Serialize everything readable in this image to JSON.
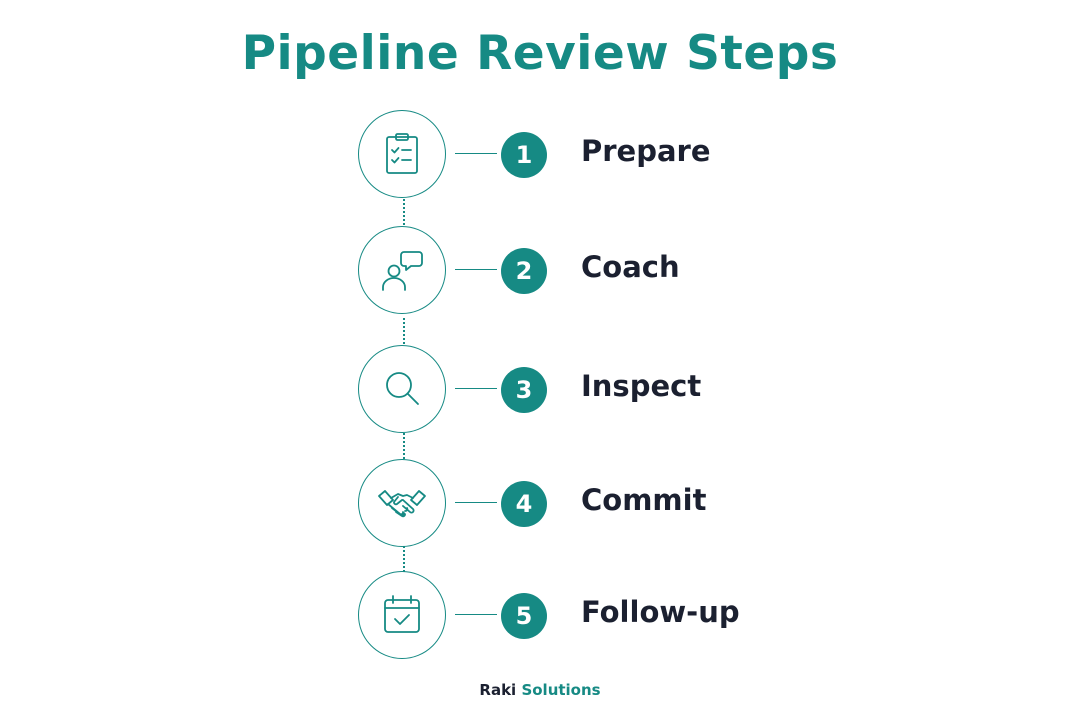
{
  "title": "Pipeline Review Steps",
  "accent_color": "#168a84",
  "text_color": "#1b2030",
  "steps": [
    {
      "number": "1",
      "label": "Prepare",
      "icon": "clipboard-checklist-icon"
    },
    {
      "number": "2",
      "label": "Coach",
      "icon": "person-speech-bubble-icon"
    },
    {
      "number": "3",
      "label": "Inspect",
      "icon": "magnifying-glass-icon"
    },
    {
      "number": "4",
      "label": "Commit",
      "icon": "handshake-icon"
    },
    {
      "number": "5",
      "label": "Follow-up",
      "icon": "calendar-check-icon"
    }
  ],
  "footer": {
    "brand": "Raki",
    "brand_accent": "Solutions"
  }
}
